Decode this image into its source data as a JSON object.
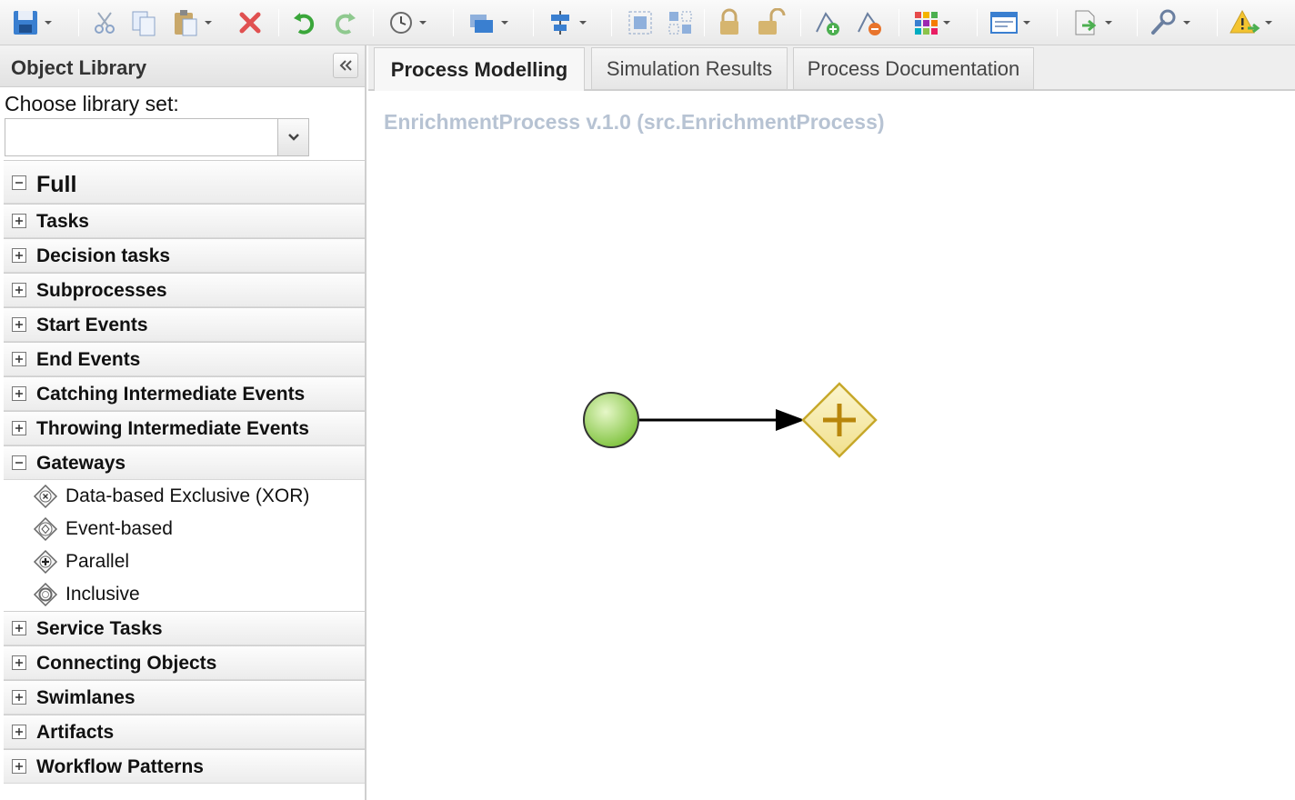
{
  "toolbar": {
    "buttons": [
      {
        "name": "save-icon"
      },
      {
        "name": "cut-icon"
      },
      {
        "name": "copy-icon"
      },
      {
        "name": "paste-icon"
      },
      {
        "name": "delete-icon"
      },
      {
        "name": "undo-icon"
      },
      {
        "name": "redo-icon"
      },
      {
        "name": "history-icon"
      },
      {
        "name": "layer-icon"
      },
      {
        "name": "align-icon"
      },
      {
        "name": "group-icon"
      },
      {
        "name": "ungroup-icon"
      },
      {
        "name": "lock-icon"
      },
      {
        "name": "unlock-icon"
      },
      {
        "name": "add-docker-icon"
      },
      {
        "name": "remove-docker-icon"
      },
      {
        "name": "color-grid-icon"
      },
      {
        "name": "properties-icon"
      },
      {
        "name": "export-icon"
      },
      {
        "name": "tools-icon"
      },
      {
        "name": "validate-icon"
      }
    ]
  },
  "sidebar": {
    "title": "Object Library",
    "choose_label": "Choose library set:",
    "select_value": "",
    "categories": [
      {
        "label": "Full",
        "expanded": true
      },
      {
        "label": "Tasks",
        "expanded": false
      },
      {
        "label": "Decision tasks",
        "expanded": false
      },
      {
        "label": "Subprocesses",
        "expanded": false
      },
      {
        "label": "Start Events",
        "expanded": false
      },
      {
        "label": "End Events",
        "expanded": false
      },
      {
        "label": "Catching Intermediate Events",
        "expanded": false
      },
      {
        "label": "Throwing Intermediate Events",
        "expanded": false
      },
      {
        "label": "Gateways",
        "expanded": true
      },
      {
        "label": "Service Tasks",
        "expanded": false
      },
      {
        "label": "Connecting Objects",
        "expanded": false
      },
      {
        "label": "Swimlanes",
        "expanded": false
      },
      {
        "label": "Artifacts",
        "expanded": false
      },
      {
        "label": "Workflow Patterns",
        "expanded": false
      }
    ],
    "gateway_items": [
      {
        "label": "Data-based Exclusive (XOR)",
        "icon": "xor-gateway-icon"
      },
      {
        "label": "Event-based",
        "icon": "event-gateway-icon"
      },
      {
        "label": "Parallel",
        "icon": "parallel-gateway-icon"
      },
      {
        "label": "Inclusive",
        "icon": "inclusive-gateway-icon"
      }
    ]
  },
  "tabs": [
    {
      "label": "Process Modelling",
      "active": true
    },
    {
      "label": "Simulation Results",
      "active": false
    },
    {
      "label": "Process Documentation",
      "active": false
    }
  ],
  "canvas": {
    "process_title": "EnrichmentProcess v.1.0 (src.EnrichmentProcess)",
    "elements": [
      {
        "type": "start-event",
        "color": "#8fd14f"
      },
      {
        "type": "sequence-flow"
      },
      {
        "type": "parallel-gateway",
        "color": "#f5e9a6"
      }
    ]
  }
}
